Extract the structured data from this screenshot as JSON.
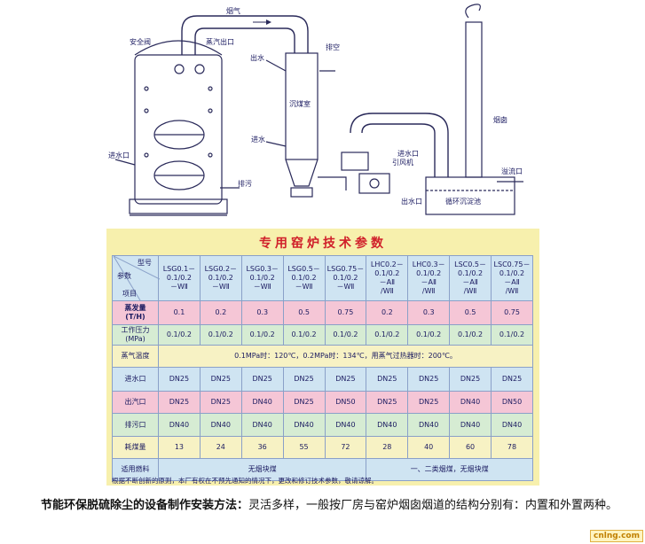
{
  "diagram_labels": {
    "flue": "烟气",
    "safety_valve": "安全阀",
    "steam_outlet": "蒸汽出口",
    "water_out_top": "出水",
    "vent": "排空",
    "coal_chamber": "沉煤室",
    "water_in_mid": "进水",
    "water_in_left": "进水口",
    "drain": "排污",
    "fan": "引风机",
    "water_in_right": "进水口",
    "chimney": "烟囱",
    "overflow": "溢流口",
    "water_out_bottom": "出水口",
    "tank": "循环沉淀池"
  },
  "panel": {
    "title": "专用窑炉技术参数",
    "footnote": "根据不断创新的原则，本厂有权在不预先通知的情况下，更改和修订技术参数，敬请谅解。"
  },
  "table": {
    "corner_model": "型号",
    "corner_param": "参数",
    "corner_item": "项目",
    "models": [
      [
        "LSG0.1－",
        "0.1/0.2",
        "－WⅡ"
      ],
      [
        "LSG0.2－",
        "0.1/0.2",
        "－WⅡ"
      ],
      [
        "LSG0.3－",
        "0.1/0.2",
        "－WⅡ"
      ],
      [
        "LSG0.5－",
        "0.1/0.2",
        "－WⅡ"
      ],
      [
        "LSG0.75－",
        "0.1/0.2",
        "－WⅡ"
      ],
      [
        "LHC0.2－",
        "0.1/0.2",
        "－AⅡ",
        "/WⅡ"
      ],
      [
        "LHC0.3－",
        "0.1/0.2",
        "－AⅡ",
        "/WⅡ"
      ],
      [
        "LSC0.5－",
        "0.1/0.2",
        "－AⅡ",
        "/WⅡ"
      ],
      [
        "LSC0.75－",
        "0.1/0.2",
        "－AⅡ",
        "/WⅡ"
      ]
    ],
    "rows": {
      "evap": {
        "label1": "蒸发量",
        "label2": "(T/H)",
        "values": [
          "0.1",
          "0.2",
          "0.3",
          "0.5",
          "0.75",
          "0.2",
          "0.3",
          "0.5",
          "0.75"
        ]
      },
      "press": {
        "label1": "工作压力",
        "label2": "(MPa)",
        "values": [
          "0.1/0.2",
          "0.1/0.2",
          "0.1/0.2",
          "0.1/0.2",
          "0.1/0.2",
          "0.1/0.2",
          "0.1/0.2",
          "0.1/0.2",
          "0.1/0.2"
        ]
      },
      "temp": {
        "label": "蒸气温度",
        "value": "0.1MPa时：120℃，0.2MPa时：134℃，用蒸气过热器时：200℃。"
      },
      "inlet": {
        "label": "进水口",
        "values": [
          "DN25",
          "DN25",
          "DN25",
          "DN25",
          "DN25",
          "DN25",
          "DN25",
          "DN25",
          "DN25"
        ]
      },
      "outlet": {
        "label": "出汽口",
        "values": [
          "DN25",
          "DN25",
          "DN40",
          "DN25",
          "DN50",
          "DN25",
          "DN25",
          "DN40",
          "DN50"
        ]
      },
      "drain": {
        "label": "排污口",
        "values": [
          "DN40",
          "DN40",
          "DN40",
          "DN40",
          "DN40",
          "DN40",
          "DN40",
          "DN40",
          "DN40"
        ]
      },
      "coal": {
        "label": "耗煤量",
        "values": [
          "13",
          "24",
          "36",
          "55",
          "72",
          "28",
          "40",
          "60",
          "78"
        ]
      },
      "fuel": {
        "label": "适用燃料",
        "left": "无烟块煤",
        "right": "一、二类烟煤，无烟块煤"
      }
    }
  },
  "caption": {
    "bold": "节能环保脱硫除尘的设备制作安装方法：",
    "text": "灵活多样，一般按厂房与窑炉烟囱烟道的结构分别有：内置和外置两种。"
  },
  "watermark": "cnlng.com",
  "colors": {
    "panel_bg": "#f7f0ad",
    "title_red": "#d0202a",
    "row_blue": "#cfe4f2",
    "row_pink": "#f5c6d6",
    "row_green": "#d6ecd3",
    "row_yellow": "#f7f2c4"
  }
}
